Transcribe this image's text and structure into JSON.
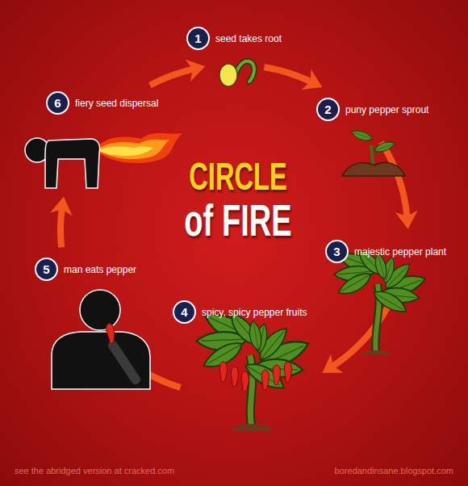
{
  "diagram": {
    "title": "CIRCLE of FIRE",
    "nodes": [
      {
        "text": [
          "1",
          "seed takes root"
        ]
      },
      {
        "text": [
          "2",
          "puny pepper sprout"
        ]
      },
      {
        "text": [
          "3",
          "majestic pepper plant"
        ]
      },
      {
        "text": [
          "4",
          "spicy, spicy pepper fruits"
        ]
      },
      {
        "text": [
          "5",
          "man eats pepper"
        ]
      },
      {
        "text": [
          "6",
          "fiery seed dispersal"
        ]
      }
    ],
    "edges": [
      {
        "from": 0,
        "to": 1,
        "arrow": "to"
      },
      {
        "from": 1,
        "to": 2,
        "arrow": "to"
      },
      {
        "from": 2,
        "to": 3,
        "arrow": "to"
      },
      {
        "from": 3,
        "to": 4,
        "arrow": "to"
      },
      {
        "from": 4,
        "to": 5,
        "arrow": "to"
      },
      {
        "from": 5,
        "to": 0,
        "arrow": "to"
      }
    ],
    "labels": [
      "see the abridged version at cracked.com",
      "boredandinsane.blogspot.com"
    ]
  }
}
